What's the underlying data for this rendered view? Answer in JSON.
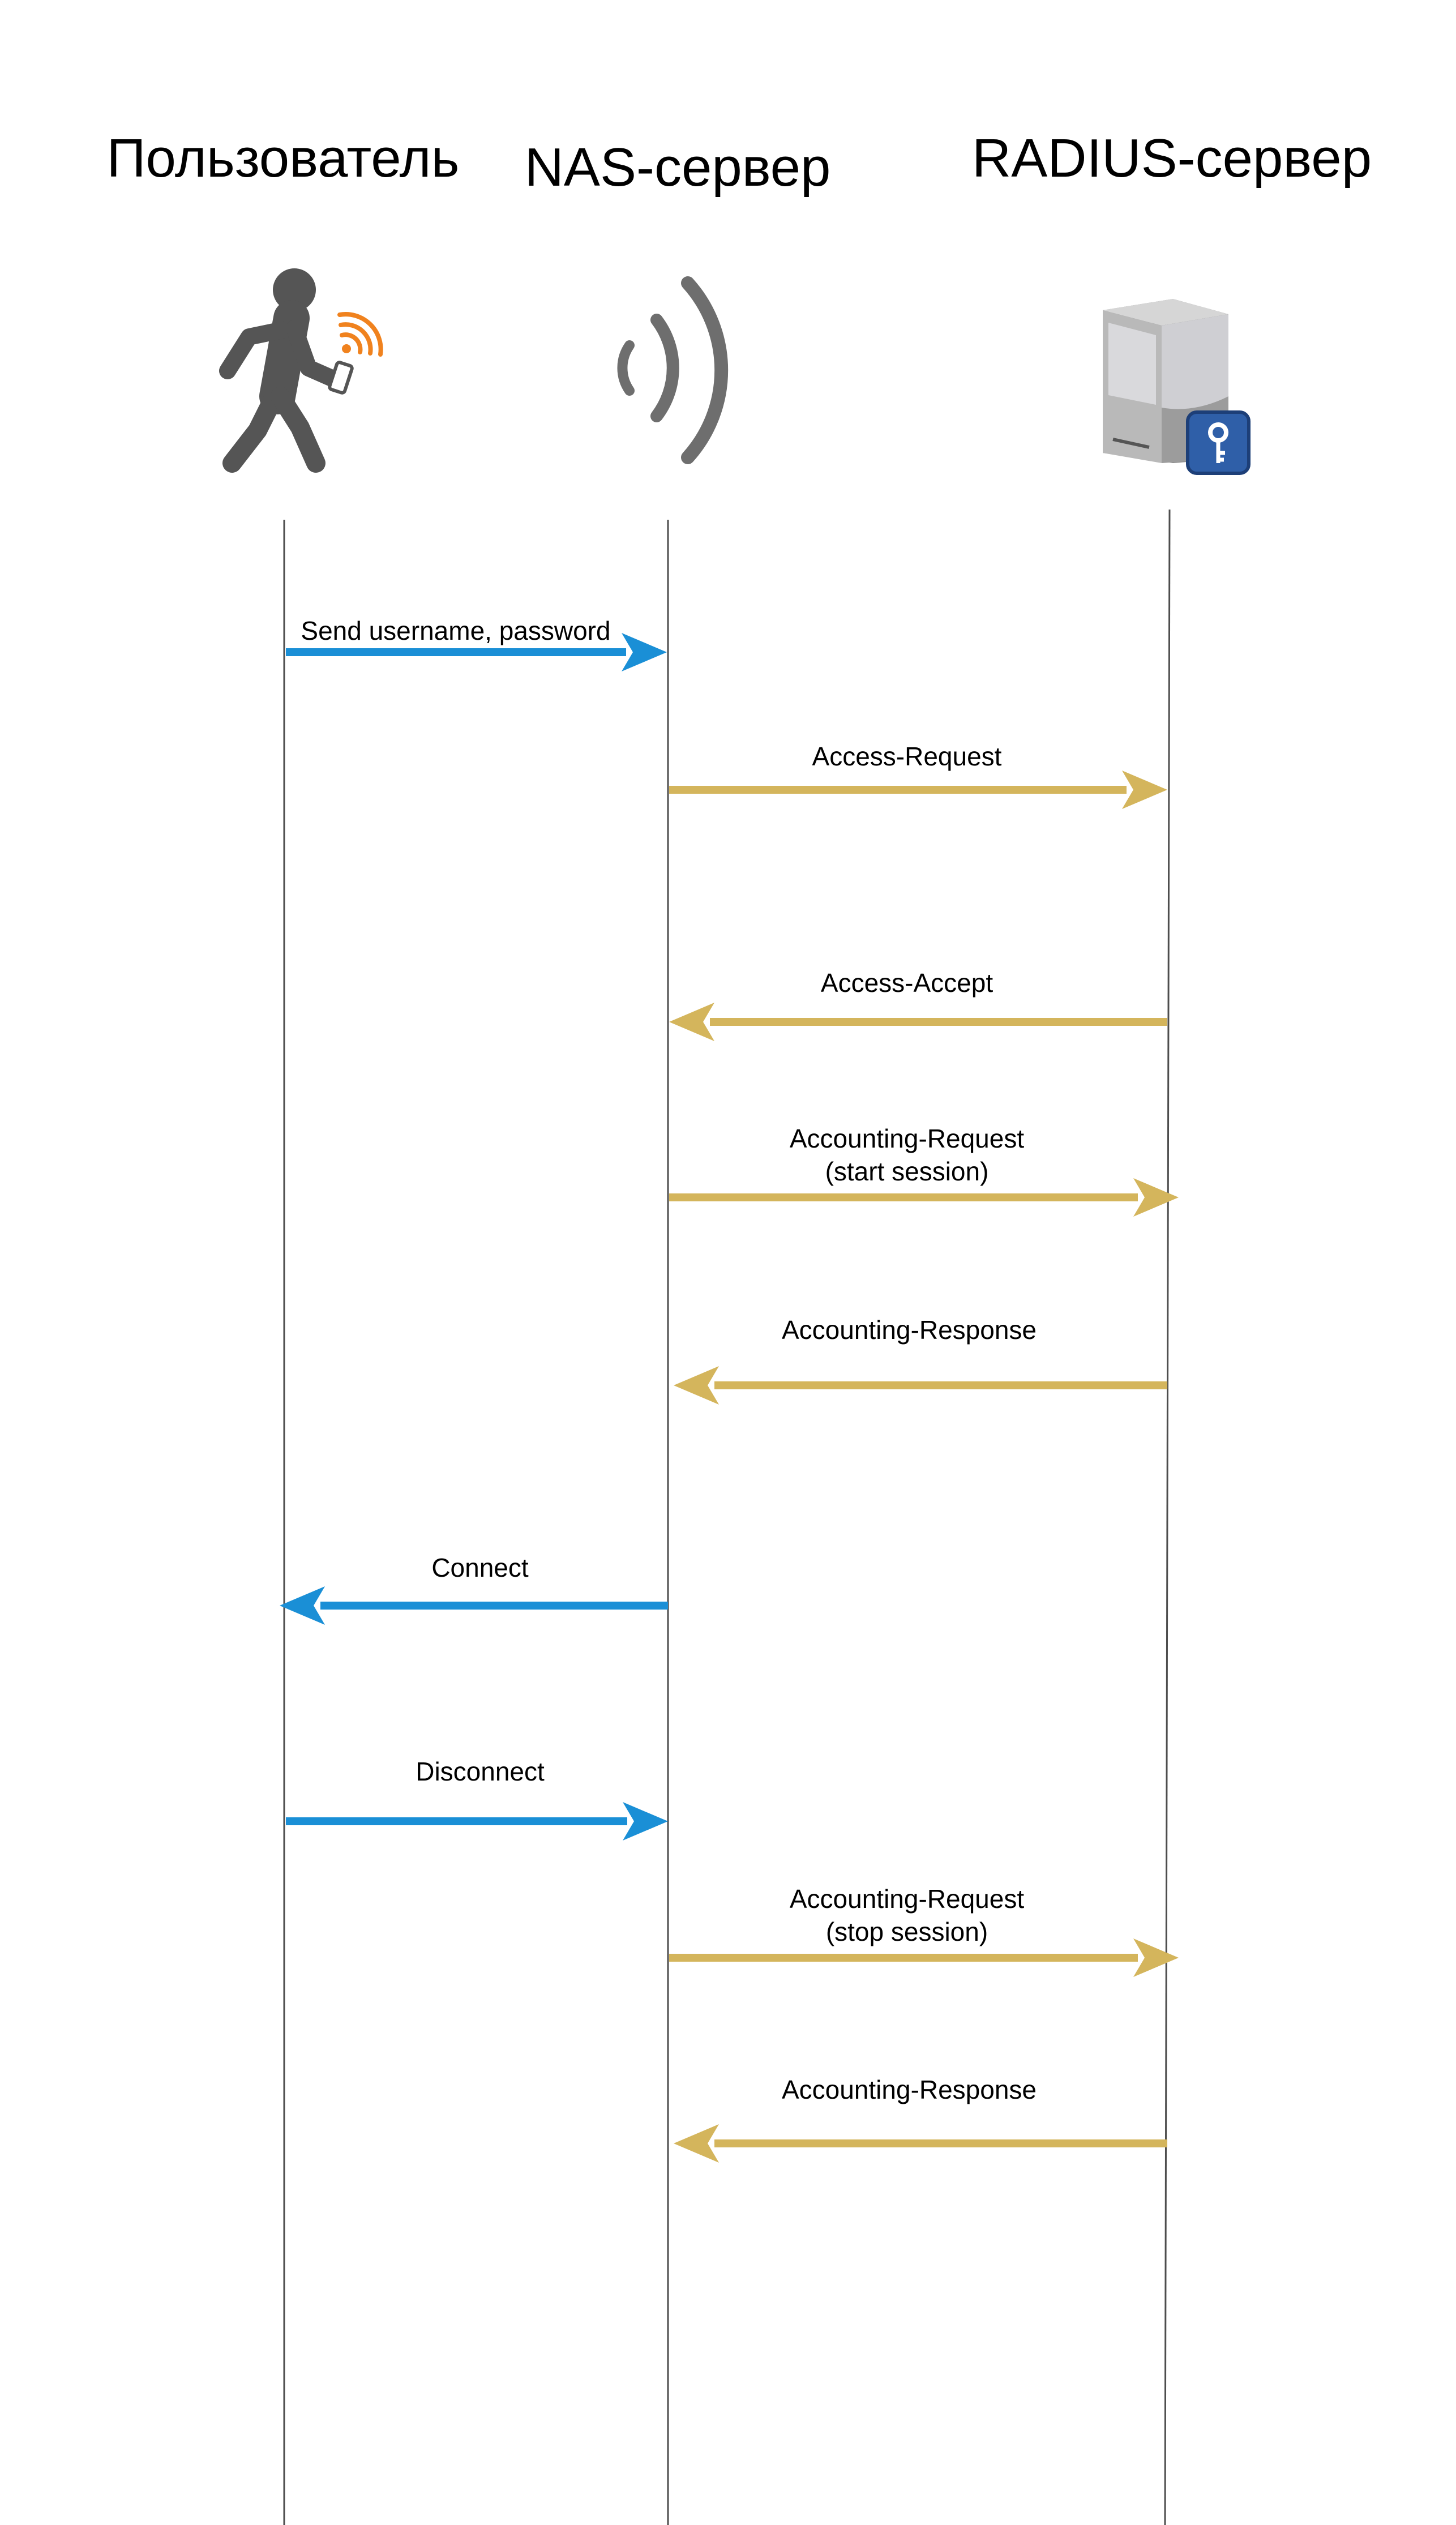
{
  "actors": [
    {
      "id": "user",
      "title": "Пользователь",
      "icon": "walking-person-with-phone-icon"
    },
    {
      "id": "nas",
      "title": "NAS-сервер",
      "icon": "wireless-signal-icon"
    },
    {
      "id": "radius",
      "title": "RADIUS-сервер",
      "icon": "server-with-key-icon"
    }
  ],
  "messages": [
    {
      "from": "user",
      "to": "nas",
      "color": "blue",
      "lines": [
        "Send username, password"
      ]
    },
    {
      "from": "nas",
      "to": "radius",
      "color": "gold",
      "lines": [
        "Access-Request"
      ]
    },
    {
      "from": "radius",
      "to": "nas",
      "color": "gold",
      "lines": [
        "Access-Accept"
      ]
    },
    {
      "from": "nas",
      "to": "radius",
      "color": "gold",
      "lines": [
        "Accounting-Request",
        "(start session)"
      ]
    },
    {
      "from": "radius",
      "to": "nas",
      "color": "gold",
      "lines": [
        "Accounting-Response"
      ]
    },
    {
      "from": "nas",
      "to": "user",
      "color": "blue",
      "lines": [
        "Connect"
      ]
    },
    {
      "from": "user",
      "to": "nas",
      "color": "blue",
      "lines": [
        "Disconnect"
      ]
    },
    {
      "from": "nas",
      "to": "radius",
      "color": "gold",
      "lines": [
        "Accounting-Request",
        "(stop session)"
      ]
    },
    {
      "from": "radius",
      "to": "nas",
      "color": "gold",
      "lines": [
        "Accounting-Response"
      ]
    }
  ],
  "colors": {
    "blue": "#1a8fd6",
    "gold": "#d4b55c",
    "lifeline": "#4d4d4d",
    "icon_gray": "#555555",
    "wifi_orange": "#f0821e",
    "key_badge": "#2f5fa8"
  }
}
